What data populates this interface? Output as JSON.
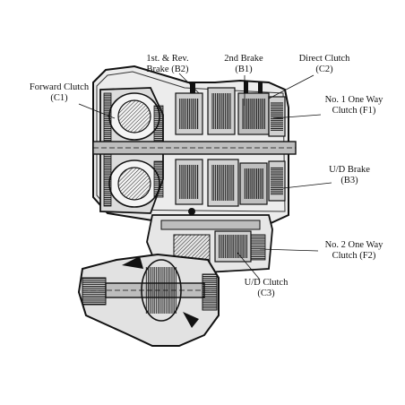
{
  "labels": {
    "forward_clutch": {
      "line1": "Forward Clutch",
      "line2": "(C1)"
    },
    "first_rev_brake": {
      "line1": "1st. & Rev.",
      "line2": "Brake (B2)"
    },
    "second_brake": {
      "line1": "2nd Brake",
      "line2": "(B1)"
    },
    "direct_clutch": {
      "line1": "Direct Clutch",
      "line2": "(C2)"
    },
    "one_way_clutch_1": {
      "line1": "No. 1 One Way",
      "line2": "Clutch (F1)"
    },
    "ud_brake": {
      "line1": "U/D Brake",
      "line2": "(B3)"
    },
    "one_way_clutch_2": {
      "line1": "No. 2 One Way",
      "line2": "Clutch (F2)"
    },
    "ud_clutch": {
      "line1": "U/D Clutch",
      "line2": "(C3)"
    }
  },
  "colors": {
    "ink": "#111111",
    "casting": "#2b2b2b",
    "gray": "#8a8a8a",
    "background": "#ffffff"
  }
}
